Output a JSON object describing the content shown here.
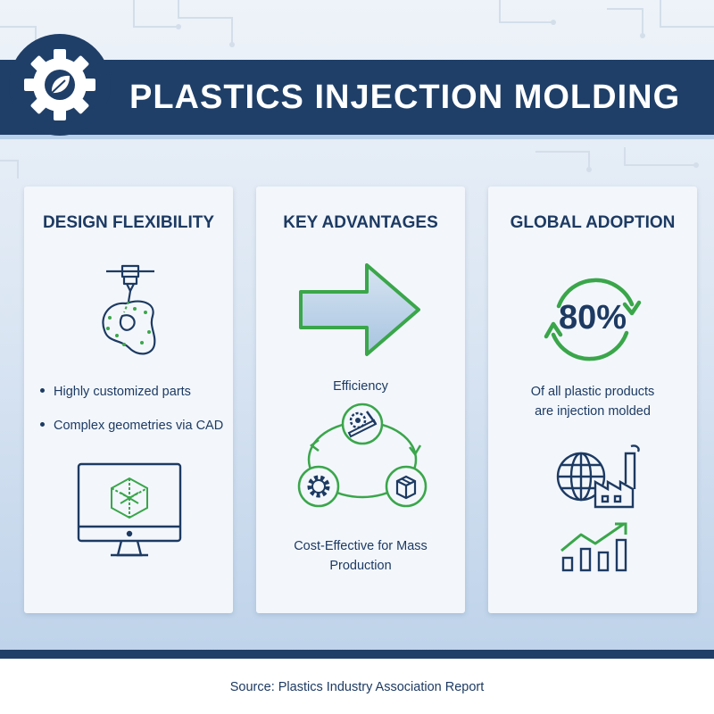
{
  "header": {
    "title": "PLASTICS INJECTION MOLDING",
    "logo_icon": "gear-leaf-icon"
  },
  "cards": [
    {
      "title": "DESIGN FLEXIBILITY",
      "bullets": [
        "Highly customized parts",
        "Complex geometries via CAD"
      ],
      "icons": [
        "3d-printer-nozzle-icon",
        "computer-monitor-cube-icon"
      ]
    },
    {
      "title": "KEY ADVANTAGES",
      "efficiency_label": "Efficiency",
      "cost_label_line1": "Cost-Effective for Mass",
      "cost_label_line2": "Production",
      "icons": [
        "right-arrow-icon",
        "gears-ruler-icon",
        "gear-icon",
        "box-icon"
      ]
    },
    {
      "title": "GLOBAL ADOPTION",
      "stat": "80%",
      "stat_text_line1": "Of all plastic products",
      "stat_text_line2": "are injection molded",
      "icons": [
        "cycle-arrows-icon",
        "globe-factory-icon",
        "growth-chart-icon"
      ]
    }
  ],
  "footer": {
    "source": "Source: Plastics Industry Association Report"
  },
  "colors": {
    "navy": "#1f3f68",
    "green": "#3aa64a",
    "card_bg": "#f3f7fc"
  }
}
